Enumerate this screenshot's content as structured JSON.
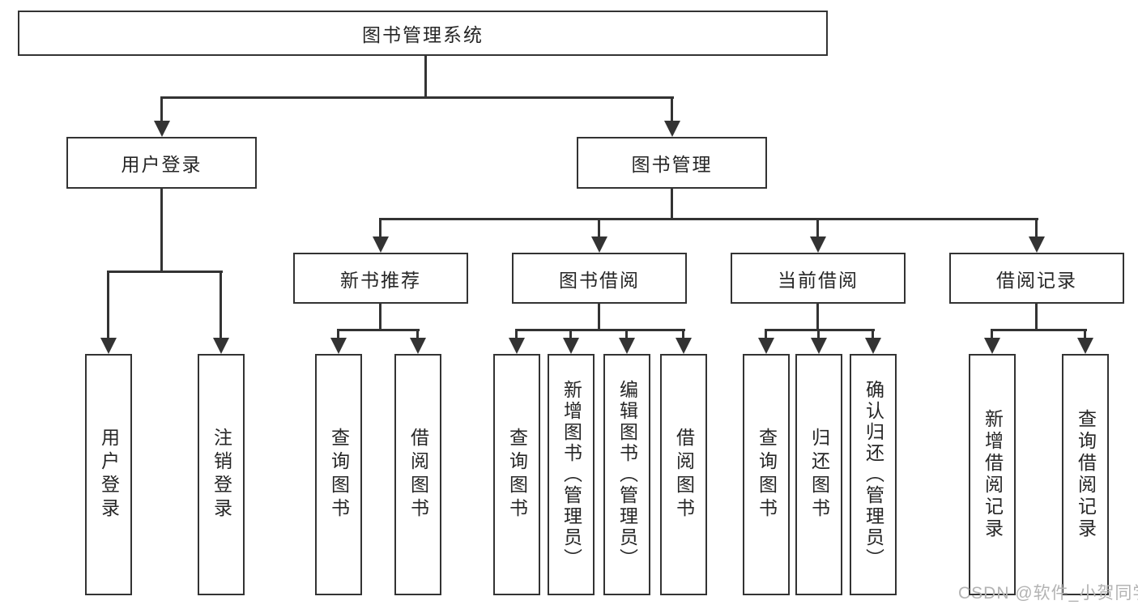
{
  "diagram": {
    "type": "tree",
    "root": "图书管理系统",
    "branches": [
      {
        "label": "用户登录",
        "children": [
          "用户登录",
          "注销登录"
        ]
      },
      {
        "label": "图书管理",
        "groups": [
          {
            "label": "新书推荐",
            "children": [
              "查询图书",
              "借阅图书"
            ]
          },
          {
            "label": "图书借阅",
            "children": [
              "查询图书",
              "新增图书（管理员）",
              "编辑图书（管理员）",
              "借阅图书"
            ]
          },
          {
            "label": "当前借阅",
            "children": [
              "查询图书",
              "归还图书",
              "确认归还（管理员）"
            ]
          },
          {
            "label": "借阅记录",
            "children": [
              "新增借阅记录",
              "查询借阅记录"
            ]
          }
        ]
      }
    ]
  },
  "watermark": {
    "text": "CSDN @软件_小贺同学"
  },
  "colors": {
    "line": "#333333",
    "text": "#262626",
    "background": "#ffffff",
    "watermark": "#b3b3b3"
  }
}
